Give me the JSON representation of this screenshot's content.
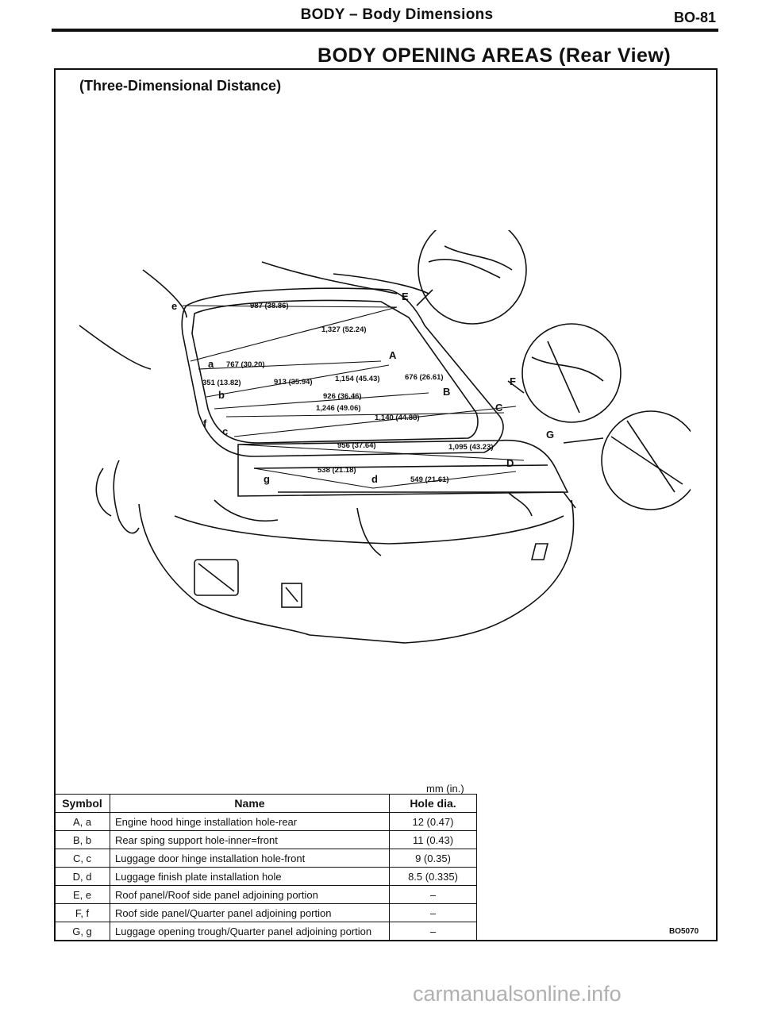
{
  "header": {
    "title": "BODY – Body Dimensions",
    "page": "BO-81"
  },
  "title": "BODY OPENING AREAS (Rear View)",
  "caption": "(Three-Dimensional Distance)",
  "diagram": {
    "dimensions": [
      "987 (38.86)",
      "1,327 (52.24)",
      "767 (30.20)",
      "351 (13.82)",
      "913 (35.94)",
      "1,154 (45.43)",
      "676 (26.61)",
      "926 (36.46)",
      "1,246 (49.06)",
      "1,140 (44.88)",
      "956 (37.64)",
      "1,095 (43.23)",
      "538 (21.18)",
      "549 (21.61)"
    ],
    "symbols": [
      "e",
      "E",
      "a",
      "A",
      "b",
      "B",
      "F",
      "C",
      "f",
      "c",
      "G",
      "D",
      "g",
      "d"
    ]
  },
  "unit_note": "mm (in.)",
  "table": {
    "headers": [
      "Symbol",
      "Name",
      "Hole dia."
    ],
    "rows": [
      {
        "symbol": "A, a",
        "name": "Engine hood hinge installation hole-rear",
        "dia": "12 (0.47)"
      },
      {
        "symbol": "B, b",
        "name": "Rear sping support hole-inner=front",
        "dia": "11 (0.43)"
      },
      {
        "symbol": "C, c",
        "name": "Luggage door hinge installation hole-front",
        "dia": "9 (0.35)"
      },
      {
        "symbol": "D, d",
        "name": "Luggage finish plate installation hole",
        "dia": "8.5 (0.335)"
      },
      {
        "symbol": "E, e",
        "name": "Roof panel/Roof side panel adjoining portion",
        "dia": "–"
      },
      {
        "symbol": "F, f",
        "name": "Roof side panel/Quarter panel adjoining portion",
        "dia": "–"
      },
      {
        "symbol": "G, g",
        "name": "Luggage opening trough/Quarter panel adjoining portion",
        "dia": "–"
      }
    ]
  },
  "figure_code": "BO5070",
  "watermark": "carmanualsonline.info"
}
